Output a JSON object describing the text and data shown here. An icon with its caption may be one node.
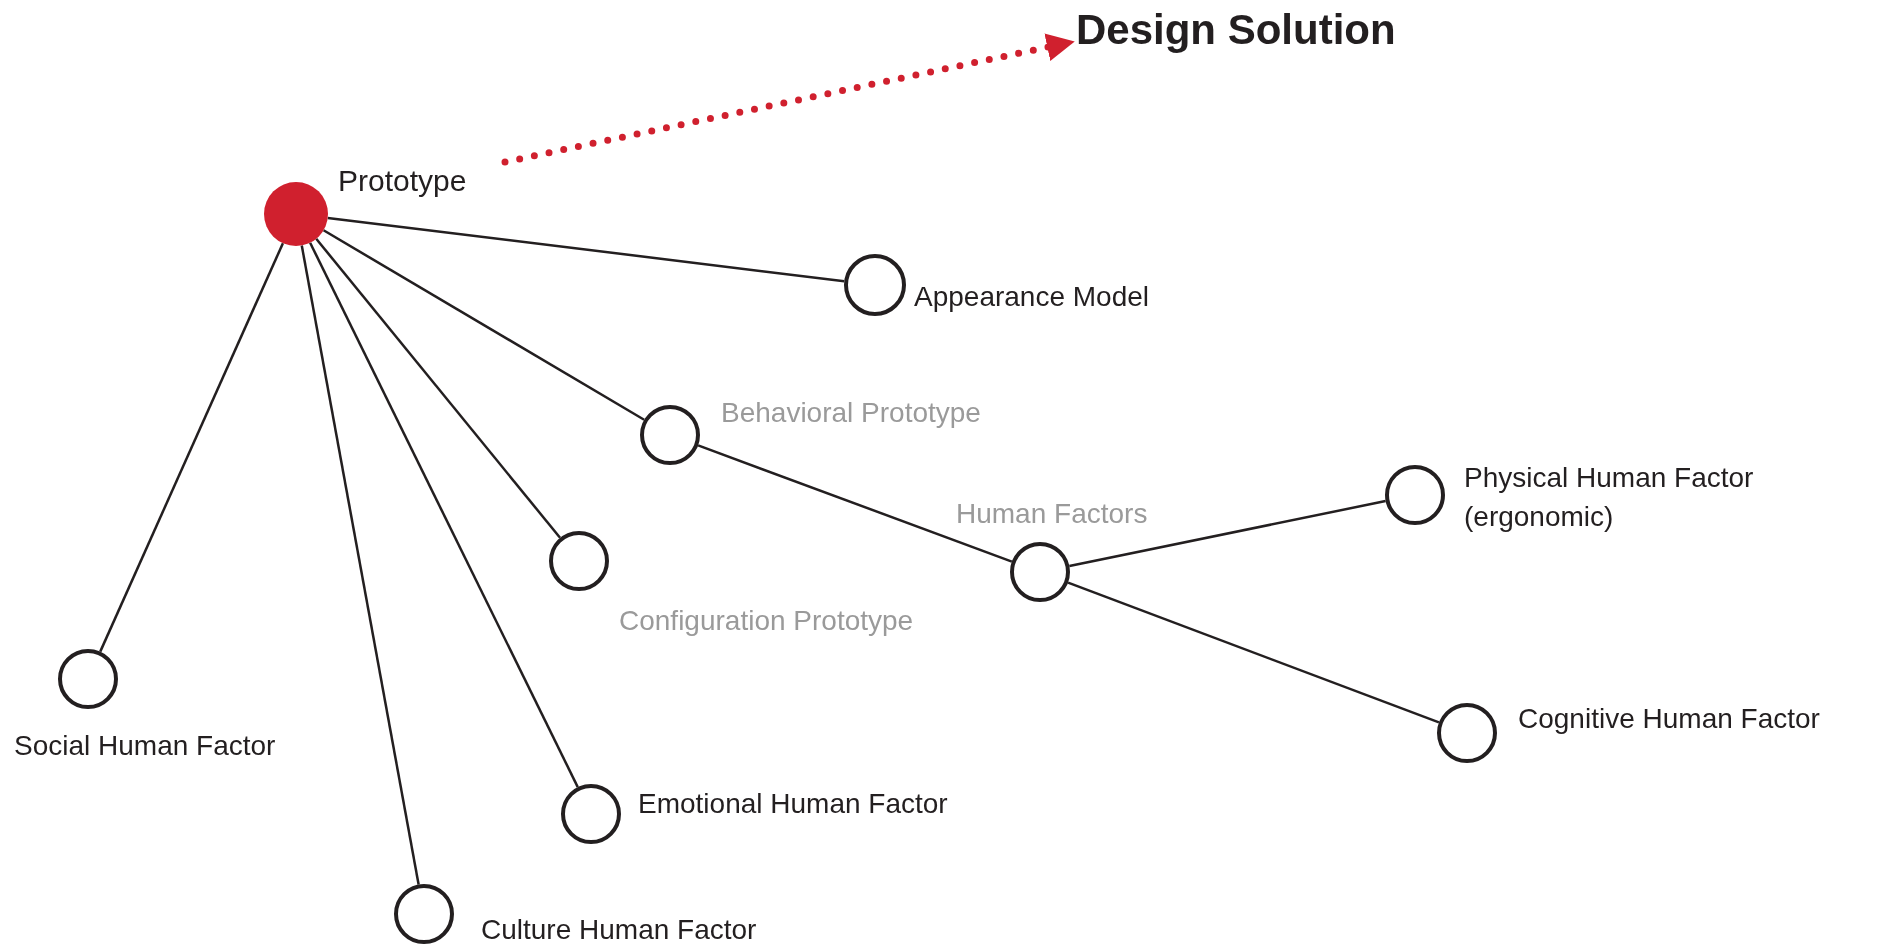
{
  "diagram": {
    "nodes": [
      {
        "text": [
          "Design Solution"
        ]
      },
      {
        "text": [],
        "shape": "circle",
        "beside": [
          "Prototype"
        ]
      },
      {
        "text": [],
        "shape": "circle",
        "beside": [
          "Appearance Model"
        ]
      },
      {
        "text": [],
        "shape": "circle",
        "beside": [
          "Behavioral Prototype"
        ]
      },
      {
        "text": [],
        "shape": "circle",
        "beside": [
          "Human Factors"
        ]
      },
      {
        "text": [],
        "shape": "circle",
        "beside": [
          "Physical Human Factor (ergonomic)"
        ]
      },
      {
        "text": [],
        "shape": "circle",
        "beside": [
          "Configuration Prototype"
        ]
      },
      {
        "text": [],
        "shape": "circle",
        "beside": [
          "Social Human Factor"
        ]
      },
      {
        "text": [],
        "shape": "circle",
        "beside": [
          "Cognitive Human Factor"
        ]
      },
      {
        "text": [],
        "shape": "circle",
        "beside": [
          "Emotional Human Factor"
        ]
      },
      {
        "text": [],
        "shape": "circle",
        "beside": [
          "Culture Human Factor"
        ]
      }
    ],
    "edges": [
      {
        "from": 1,
        "to": 0,
        "arrow": "to",
        "style": "dashed",
        "color": "#d0202e"
      },
      {
        "from": 1,
        "to": 2,
        "arrow": "none"
      },
      {
        "from": 1,
        "to": 3,
        "arrow": "none"
      },
      {
        "from": 3,
        "to": 4,
        "arrow": "none"
      },
      {
        "from": 4,
        "to": 5,
        "arrow": "none"
      },
      {
        "from": 4,
        "to": 8,
        "arrow": "none"
      },
      {
        "from": 1,
        "to": 6,
        "arrow": "none"
      },
      {
        "from": 1,
        "to": 7,
        "arrow": "none"
      },
      {
        "from": 1,
        "to": 9,
        "arrow": "none"
      },
      {
        "from": 1,
        "to": 10,
        "arrow": "none"
      }
    ]
  }
}
